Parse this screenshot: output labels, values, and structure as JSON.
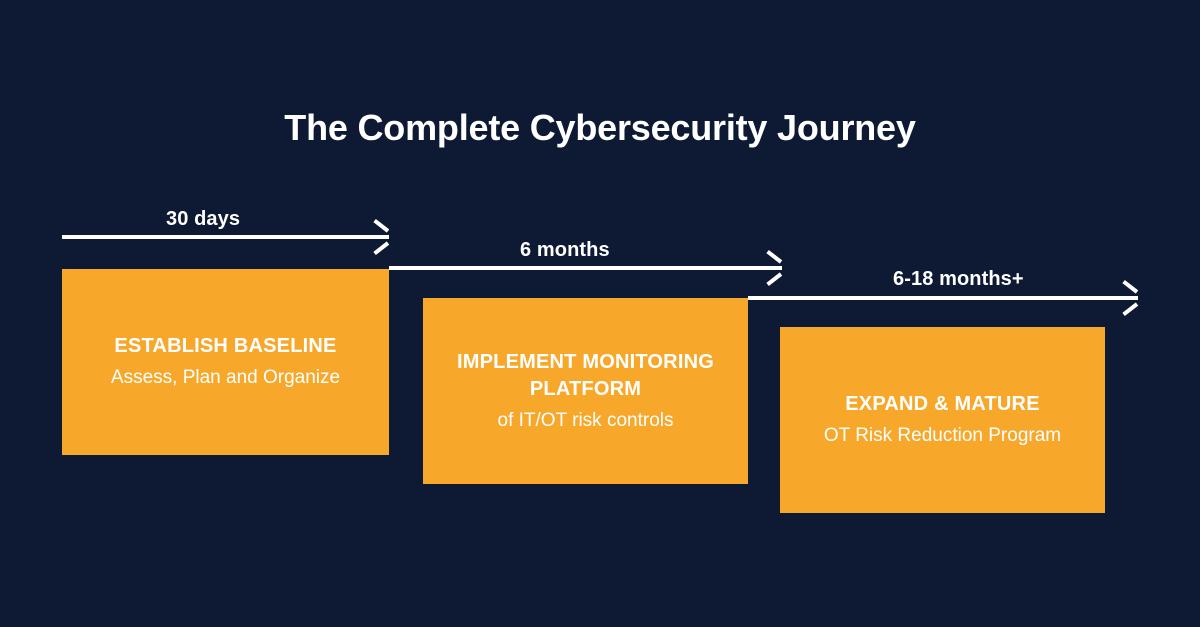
{
  "title": "The Complete Cybersecurity Journey",
  "colors": {
    "background": "#0e1a33",
    "box": "#f7a82b",
    "text": "#ffffff",
    "arrow": "#ffffff"
  },
  "timeline": {
    "arrows": [
      {
        "label": "30 days"
      },
      {
        "label": "6 months"
      },
      {
        "label": "6-18 months+"
      }
    ],
    "stages": [
      {
        "title": "ESTABLISH BASELINE",
        "subtitle": "Assess, Plan and Organize"
      },
      {
        "title": "IMPLEMENT MONITORING PLATFORM",
        "subtitle": "of IT/OT risk controls"
      },
      {
        "title": "EXPAND & MATURE",
        "subtitle": "OT Risk Reduction Program"
      }
    ]
  }
}
